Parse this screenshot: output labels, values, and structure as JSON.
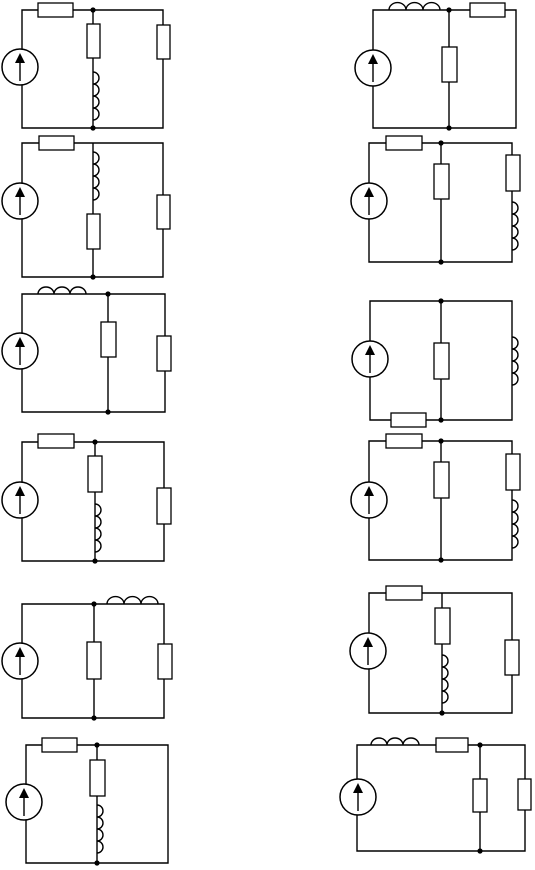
{
  "page": {
    "background": "#ffffff",
    "stroke_color": "#000000"
  },
  "circuits": [
    {
      "id": "c1",
      "elements": [
        "current-source",
        "resistor",
        "resistor",
        "resistor",
        "inductor"
      ]
    },
    {
      "id": "c2",
      "elements": [
        "current-source",
        "inductor",
        "resistor",
        "resistor"
      ]
    },
    {
      "id": "c3",
      "elements": [
        "current-source",
        "resistor",
        "inductor",
        "resistor",
        "resistor"
      ]
    },
    {
      "id": "c4",
      "elements": [
        "current-source",
        "resistor",
        "resistor",
        "resistor",
        "inductor"
      ]
    },
    {
      "id": "c5",
      "elements": [
        "current-source",
        "inductor",
        "resistor",
        "resistor"
      ]
    },
    {
      "id": "c6",
      "elements": [
        "current-source",
        "resistor",
        "inductor"
      ]
    },
    {
      "id": "c7",
      "elements": [
        "current-source",
        "resistor",
        "resistor",
        "inductor",
        "resistor"
      ]
    },
    {
      "id": "c8",
      "elements": [
        "current-source",
        "resistor",
        "resistor",
        "resistor",
        "inductor"
      ]
    },
    {
      "id": "c9",
      "elements": [
        "current-source",
        "inductor",
        "resistor",
        "resistor"
      ]
    },
    {
      "id": "c10",
      "elements": [
        "current-source",
        "resistor",
        "resistor",
        "inductor",
        "resistor"
      ]
    },
    {
      "id": "c11",
      "elements": [
        "current-source",
        "resistor",
        "resistor",
        "inductor"
      ]
    },
    {
      "id": "c12",
      "elements": [
        "current-source",
        "inductor",
        "resistor",
        "resistor",
        "resistor"
      ]
    }
  ]
}
